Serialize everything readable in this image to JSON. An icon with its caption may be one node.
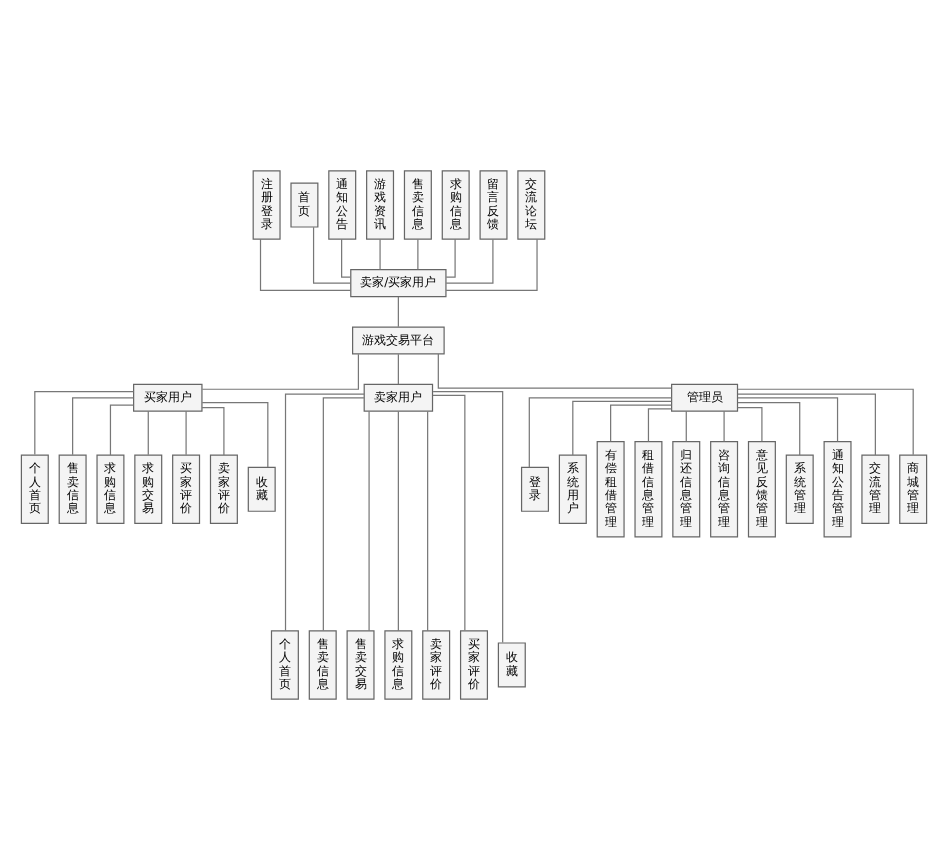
{
  "diagram": {
    "nodes": [
      {
        "text": [
          "注册登录"
        ]
      },
      {
        "text": [
          "首页"
        ]
      },
      {
        "text": [
          "通知公告"
        ]
      },
      {
        "text": [
          "游戏资讯"
        ]
      },
      {
        "text": [
          "售卖信息"
        ]
      },
      {
        "text": [
          "求购信息"
        ]
      },
      {
        "text": [
          "留言反馈"
        ]
      },
      {
        "text": [
          "交流论坛"
        ]
      },
      {
        "text": [
          "卖家/买家用户"
        ]
      },
      {
        "text": [
          "游戏交易平台"
        ]
      },
      {
        "text": [
          "买家用户"
        ]
      },
      {
        "text": [
          "卖家用户"
        ]
      },
      {
        "text": [
          "管理员"
        ]
      },
      {
        "text": [
          "个人首页"
        ]
      },
      {
        "text": [
          "售卖信息"
        ]
      },
      {
        "text": [
          "求购信息"
        ]
      },
      {
        "text": [
          "求购交易"
        ]
      },
      {
        "text": [
          "买家评价"
        ]
      },
      {
        "text": [
          "卖家评价"
        ]
      },
      {
        "text": [
          "收藏"
        ]
      },
      {
        "text": [
          "登录"
        ]
      },
      {
        "text": [
          "系统用户"
        ]
      },
      {
        "text": [
          "有偿租借管理"
        ]
      },
      {
        "text": [
          "租借信息管理"
        ]
      },
      {
        "text": [
          "归还信息管理"
        ]
      },
      {
        "text": [
          "咨询信息管理"
        ]
      },
      {
        "text": [
          "意见反馈管理"
        ]
      },
      {
        "text": [
          "系统管理"
        ]
      },
      {
        "text": [
          "通知公告管理"
        ]
      },
      {
        "text": [
          "交流管理"
        ]
      },
      {
        "text": [
          "商城管理"
        ]
      },
      {
        "text": [
          "个人首页"
        ]
      },
      {
        "text": [
          "售卖信息"
        ]
      },
      {
        "text": [
          "售卖交易"
        ]
      },
      {
        "text": [
          "求购信息"
        ]
      },
      {
        "text": [
          "卖家评价"
        ]
      },
      {
        "text": [
          "买家评价"
        ]
      },
      {
        "text": [
          "收藏"
        ]
      }
    ],
    "edges": [
      {
        "from": 0,
        "to": 8,
        "arrow": "none"
      },
      {
        "from": 1,
        "to": 8,
        "arrow": "none"
      },
      {
        "from": 2,
        "to": 8,
        "arrow": "none"
      },
      {
        "from": 3,
        "to": 8,
        "arrow": "none"
      },
      {
        "from": 4,
        "to": 8,
        "arrow": "none"
      },
      {
        "from": 5,
        "to": 8,
        "arrow": "none"
      },
      {
        "from": 6,
        "to": 8,
        "arrow": "none"
      },
      {
        "from": 7,
        "to": 8,
        "arrow": "none"
      },
      {
        "from": 8,
        "to": 9,
        "arrow": "none"
      },
      {
        "from": 9,
        "to": 10,
        "arrow": "none"
      },
      {
        "from": 9,
        "to": 11,
        "arrow": "none"
      },
      {
        "from": 9,
        "to": 12,
        "arrow": "none"
      },
      {
        "from": 10,
        "to": 13,
        "arrow": "none"
      },
      {
        "from": 10,
        "to": 14,
        "arrow": "none"
      },
      {
        "from": 10,
        "to": 15,
        "arrow": "none"
      },
      {
        "from": 10,
        "to": 16,
        "arrow": "none"
      },
      {
        "from": 10,
        "to": 17,
        "arrow": "none"
      },
      {
        "from": 10,
        "to": 18,
        "arrow": "none"
      },
      {
        "from": 10,
        "to": 19,
        "arrow": "none"
      },
      {
        "from": 12,
        "to": 20,
        "arrow": "none"
      },
      {
        "from": 12,
        "to": 21,
        "arrow": "none"
      },
      {
        "from": 12,
        "to": 22,
        "arrow": "none"
      },
      {
        "from": 12,
        "to": 23,
        "arrow": "none"
      },
      {
        "from": 12,
        "to": 24,
        "arrow": "none"
      },
      {
        "from": 12,
        "to": 25,
        "arrow": "none"
      },
      {
        "from": 12,
        "to": 26,
        "arrow": "none"
      },
      {
        "from": 12,
        "to": 27,
        "arrow": "none"
      },
      {
        "from": 12,
        "to": 28,
        "arrow": "none"
      },
      {
        "from": 12,
        "to": 29,
        "arrow": "none"
      },
      {
        "from": 12,
        "to": 30,
        "arrow": "none"
      },
      {
        "from": 11,
        "to": 31,
        "arrow": "none"
      },
      {
        "from": 11,
        "to": 32,
        "arrow": "none"
      },
      {
        "from": 11,
        "to": 33,
        "arrow": "none"
      },
      {
        "from": 11,
        "to": 34,
        "arrow": "none"
      },
      {
        "from": 11,
        "to": 35,
        "arrow": "none"
      },
      {
        "from": 11,
        "to": 36,
        "arrow": "none"
      },
      {
        "from": 11,
        "to": 37,
        "arrow": "none"
      }
    ]
  }
}
